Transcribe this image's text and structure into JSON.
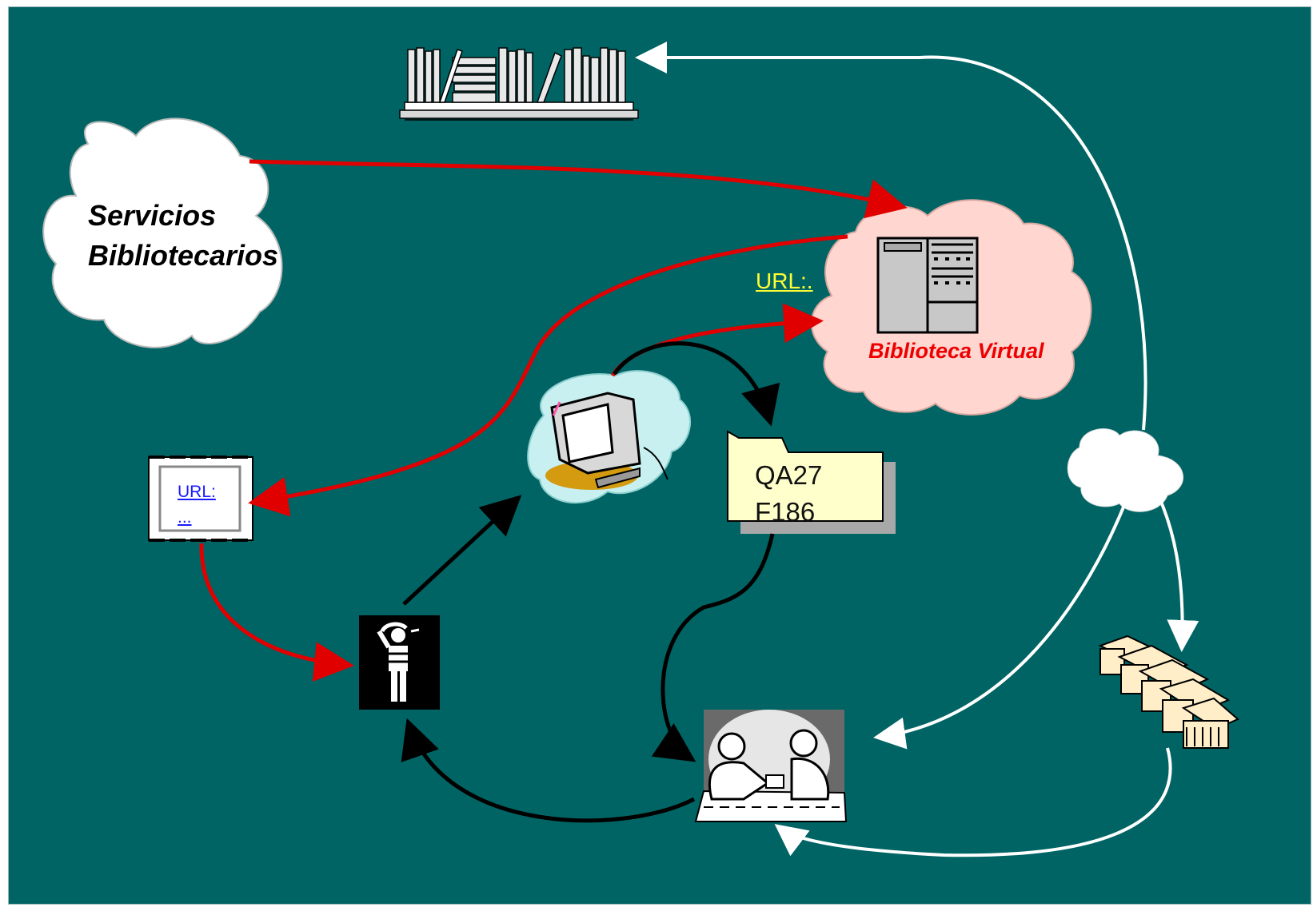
{
  "cloud_services": {
    "line1": "Servicios",
    "line2": "Bibliotecarios"
  },
  "virtual_library": {
    "label": "Biblioteca Virtual",
    "url_text": "URL:."
  },
  "document": {
    "url_line1": "URL:",
    "url_line2": "..."
  },
  "folder": {
    "line1": "QA27",
    "line2": "F186"
  },
  "colors": {
    "background": "#006464",
    "red_arrows": "#e00000",
    "black_arrows": "#000000",
    "white_arrows": "#ffffff",
    "virtual_cloud": "#ffd6d0",
    "folder_fill": "#ffffcc"
  },
  "icons": [
    "bookshelf-icon",
    "server-icon",
    "computer-icon",
    "document-icon",
    "person-icon",
    "librarians-icon",
    "libraries-icon",
    "small-cloud-icon"
  ]
}
